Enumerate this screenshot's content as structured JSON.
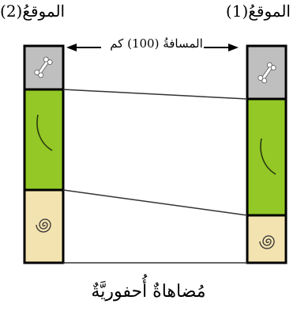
{
  "site_left": {
    "label": "الموقعُ(2)"
  },
  "site_right": {
    "label": "الموقعُ(1)"
  },
  "distance_label": "المسافةُ (100) كم",
  "caption": "مُضاهاةٌ أُحفوريَّةٌ",
  "layers": {
    "top": {
      "fossil": "bone-fossil",
      "color": "#bfbfbf"
    },
    "middle": {
      "fossil": "tusk-fossil",
      "color": "#93c826"
    },
    "bottom": {
      "fossil": "ammonite-fossil",
      "color": "#f3e3b0"
    }
  },
  "colors": {
    "outline": "#000000",
    "correlation_line": "#333333"
  }
}
